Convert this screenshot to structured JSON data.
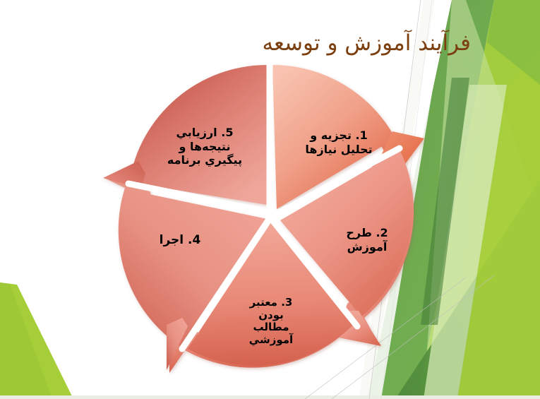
{
  "slide": {
    "title": "فرآیند آموزش و توسعه",
    "title_color": "#7B3F10",
    "background_color": "#FFFFFF"
  },
  "theme": {
    "green_light": "#A6CE39",
    "green_mid": "#74B44A",
    "green_dark": "#4E8A3C",
    "green_pale": "#D6E8B4",
    "green_edge": "#8CC63F",
    "hairline": "#C9C9C9"
  },
  "diagram": {
    "name": "cycle-diagram",
    "type": "radial-cycle",
    "segment_count": 5,
    "segments": [
      {
        "number": "1",
        "label": "1. تجزیه و\nتحلیل نیازها",
        "color_from": "#F6BCA8",
        "color_to": "#E2664A",
        "arrow_direction": "clockwise"
      },
      {
        "number": "2",
        "label": "2. طرح\nآموزش",
        "color_from": "#F0A596",
        "color_to": "#D9604D",
        "arrow_direction": "clockwise"
      },
      {
        "number": "3",
        "label": "3. معتبر\nبودن\nمطالب\nآموزشي",
        "color_from": "#F0A596",
        "color_to": "#D9604D",
        "arrow_direction": "clockwise"
      },
      {
        "number": "4",
        "label": "4. اجرا",
        "color_from": "#EFA194",
        "color_to": "#D2604F",
        "arrow_direction": "clockwise"
      },
      {
        "number": "5",
        "label": "5. ارزيابي\nنتيجه‌ها و\nپيگيري برنامه",
        "color_from": "#E79287",
        "color_to": "#C8564B",
        "arrow_direction": "clockwise"
      }
    ]
  }
}
